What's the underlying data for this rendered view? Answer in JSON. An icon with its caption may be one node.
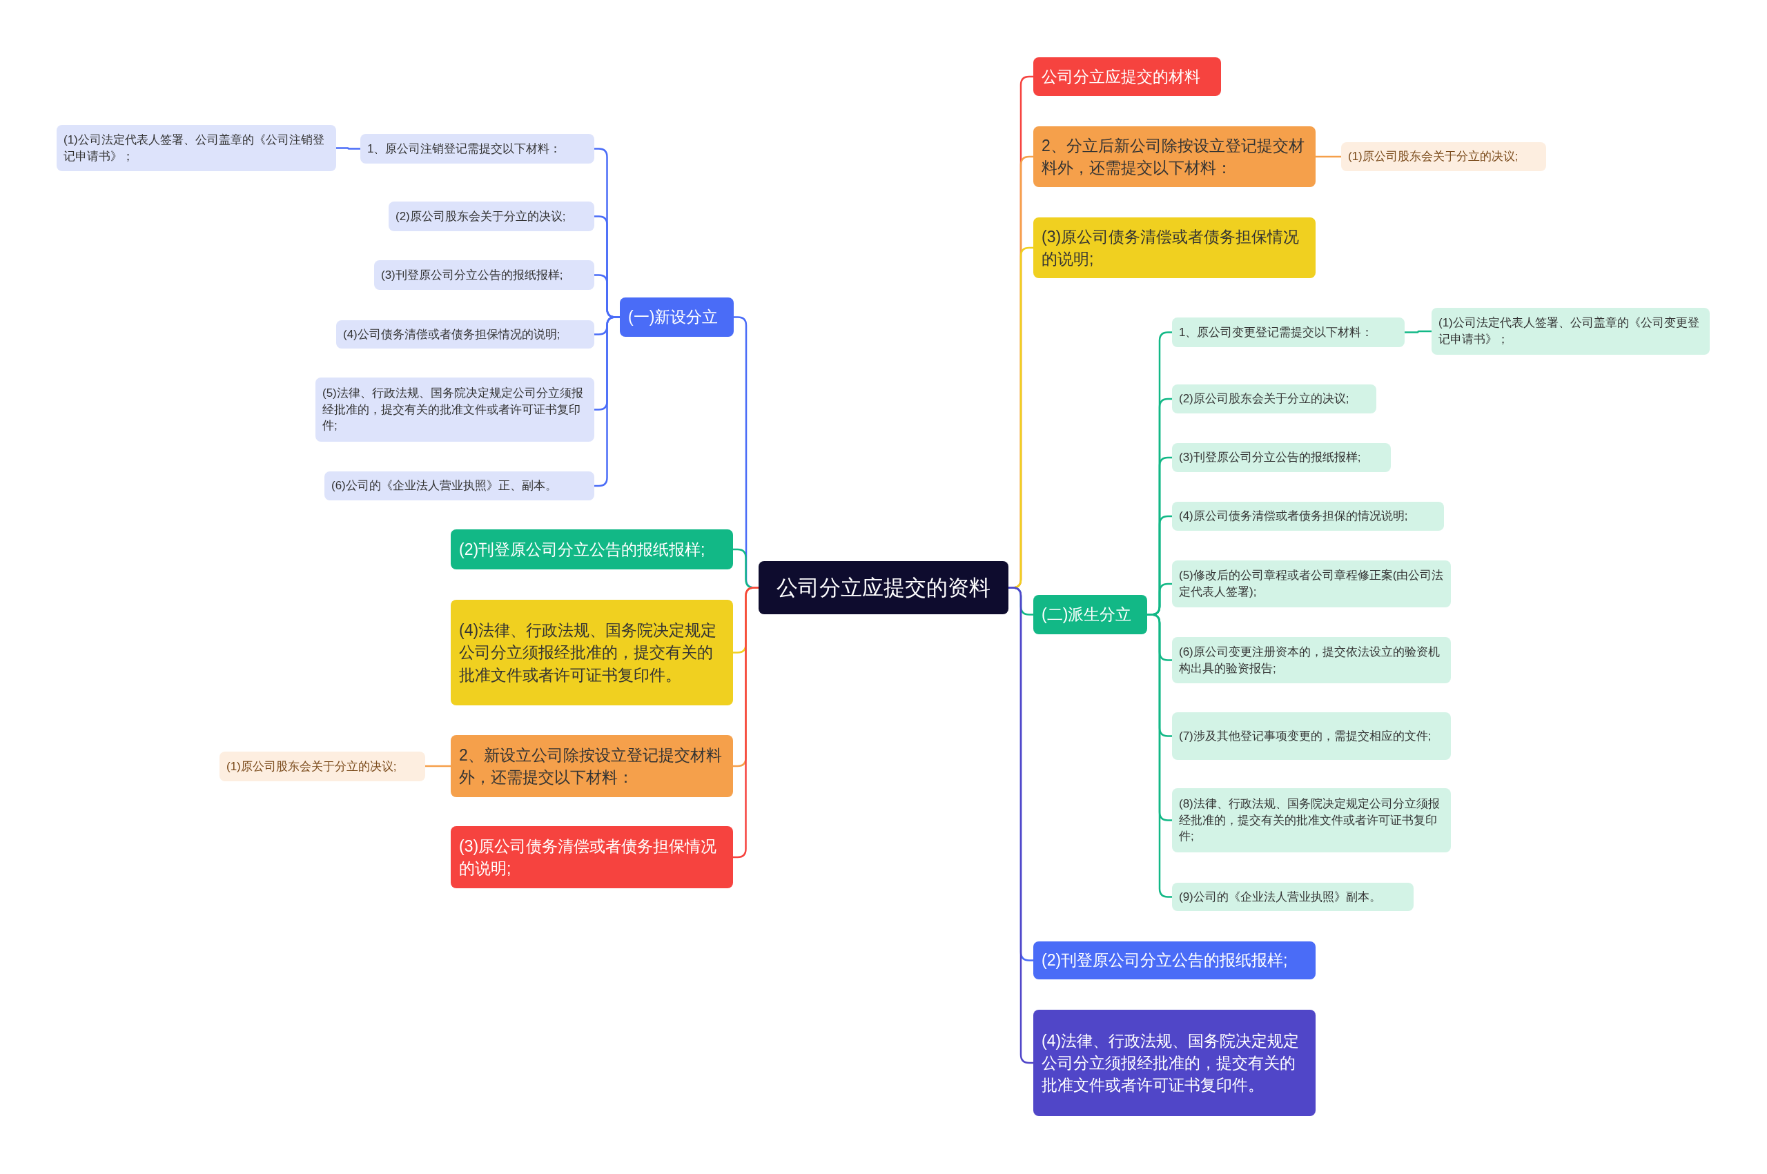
{
  "diagram": {
    "nodes": [
      {
        "text": [
          "公司分立应提交的资料"
        ]
      },
      {
        "text": [
          "(一)新设分立"
        ]
      },
      {
        "text": [
          "1、原公司注销登记需提交以下材料："
        ]
      },
      {
        "text": [
          "(1)公司法定代表人签署、公司盖章的《公司注销登记申请书》；"
        ]
      },
      {
        "text": [
          "(2)原公司股东会关于分立的决议;"
        ]
      },
      {
        "text": [
          "(3)刊登原公司分立公告的报纸报样;"
        ]
      },
      {
        "text": [
          "(4)公司债务清偿或者债务担保情况的说明;"
        ]
      },
      {
        "text": [
          "(5)法律、行政法规、国务院决定规定公司分立须报经批准的，提交有关的批准文件或者许可证书复印件;"
        ]
      },
      {
        "text": [
          "(6)公司的《企业法人营业执照》正、副本。"
        ]
      },
      {
        "text": [
          "(2)刊登原公司分立公告的报纸报样;"
        ]
      },
      {
        "text": [
          "(4)法律、行政法规、国务院决定规定公司分立须报经批准的，提交有关的批准文件或者许可证书复印件。"
        ]
      },
      {
        "text": [
          "2、新设立公司除按设立登记提交材料外，还需提交以下材料："
        ]
      },
      {
        "text": [
          "(1)原公司股东会关于分立的决议;"
        ]
      },
      {
        "text": [
          "(3)原公司债务清偿或者债务担保情况的说明;"
        ]
      },
      {
        "text": [
          "公司分立应提交的材料"
        ]
      },
      {
        "text": [
          "2、分立后新公司除按设立登记提交材料外，还需提交以下材料："
        ]
      },
      {
        "text": [
          "(1)原公司股东会关于分立的决议;"
        ]
      },
      {
        "text": [
          "(3)原公司债务清偿或者债务担保情况的说明;"
        ]
      },
      {
        "text": [
          "(二)派生分立"
        ]
      },
      {
        "text": [
          "1、原公司变更登记需提交以下材料："
        ]
      },
      {
        "text": [
          "(1)公司法定代表人签署、公司盖章的《公司变更登记申请书》；"
        ]
      },
      {
        "text": [
          "(2)原公司股东会关于分立的决议;"
        ]
      },
      {
        "text": [
          "(3)刊登原公司分立公告的报纸报样;"
        ]
      },
      {
        "text": [
          "(4)原公司债务清偿或者债务担保的情况说明;"
        ]
      },
      {
        "text": [
          "(5)修改后的公司章程或者公司章程修正案(由公司法定代表人签署);"
        ]
      },
      {
        "text": [
          "(6)原公司变更注册资本的，提交依法设立的验资机构出具的验资报告;"
        ]
      },
      {
        "text": [
          "(7)涉及其他登记事项变更的，需提交相应的文件;"
        ]
      },
      {
        "text": [
          "(8)法律、行政法规、国务院决定规定公司分立须报经批准的，提交有关的批准文件或者许可证书复印件;"
        ]
      },
      {
        "text": [
          "(9)公司的《企业法人营业执照》副本。"
        ]
      },
      {
        "text": [
          "(2)刊登原公司分立公告的报纸报样;"
        ]
      },
      {
        "text": [
          "(4)法律、行政法规、国务院决定规定公司分立须报经批准的，提交有关的批准文件或者许可证书复印件。"
        ]
      }
    ],
    "edges": [
      {
        "from": 0,
        "to": 1,
        "arrow": "none",
        "color": "#4a6cf7"
      },
      {
        "from": 1,
        "to": 2,
        "arrow": "none",
        "color": "#4a6cf7"
      },
      {
        "from": 2,
        "to": 3,
        "arrow": "none",
        "color": "#4a6cf7"
      },
      {
        "from": 1,
        "to": 4,
        "arrow": "none",
        "color": "#4a6cf7"
      },
      {
        "from": 1,
        "to": 5,
        "arrow": "none",
        "color": "#4a6cf7"
      },
      {
        "from": 1,
        "to": 6,
        "arrow": "none",
        "color": "#4a6cf7"
      },
      {
        "from": 1,
        "to": 7,
        "arrow": "none",
        "color": "#4a6cf7"
      },
      {
        "from": 1,
        "to": 8,
        "arrow": "none",
        "color": "#4a6cf7"
      },
      {
        "from": 0,
        "to": 9,
        "arrow": "none",
        "color": "#12b886"
      },
      {
        "from": 0,
        "to": 10,
        "arrow": "none",
        "color": "#f0d020"
      },
      {
        "from": 0,
        "to": 11,
        "arrow": "none",
        "color": "#f5a04b"
      },
      {
        "from": 11,
        "to": 12,
        "arrow": "none",
        "color": "#f5a04b"
      },
      {
        "from": 0,
        "to": 13,
        "arrow": "none",
        "color": "#f6433f"
      },
      {
        "from": 0,
        "to": 14,
        "arrow": "none",
        "color": "#f6433f"
      },
      {
        "from": 0,
        "to": 15,
        "arrow": "none",
        "color": "#f5a04b"
      },
      {
        "from": 15,
        "to": 16,
        "arrow": "none",
        "color": "#f5a04b"
      },
      {
        "from": 0,
        "to": 17,
        "arrow": "none",
        "color": "#f0d020"
      },
      {
        "from": 0,
        "to": 18,
        "arrow": "none",
        "color": "#12b886"
      },
      {
        "from": 18,
        "to": 19,
        "arrow": "none",
        "color": "#12b886"
      },
      {
        "from": 19,
        "to": 20,
        "arrow": "none",
        "color": "#12b886"
      },
      {
        "from": 18,
        "to": 21,
        "arrow": "none",
        "color": "#12b886"
      },
      {
        "from": 18,
        "to": 22,
        "arrow": "none",
        "color": "#12b886"
      },
      {
        "from": 18,
        "to": 23,
        "arrow": "none",
        "color": "#12b886"
      },
      {
        "from": 18,
        "to": 24,
        "arrow": "none",
        "color": "#12b886"
      },
      {
        "from": 18,
        "to": 25,
        "arrow": "none",
        "color": "#12b886"
      },
      {
        "from": 18,
        "to": 26,
        "arrow": "none",
        "color": "#12b886"
      },
      {
        "from": 18,
        "to": 27,
        "arrow": "none",
        "color": "#12b886"
      },
      {
        "from": 18,
        "to": 28,
        "arrow": "none",
        "color": "#12b886"
      },
      {
        "from": 0,
        "to": 29,
        "arrow": "none",
        "color": "#4a6cf7"
      },
      {
        "from": 0,
        "to": 30,
        "arrow": "none",
        "color": "#5046c8"
      }
    ]
  }
}
